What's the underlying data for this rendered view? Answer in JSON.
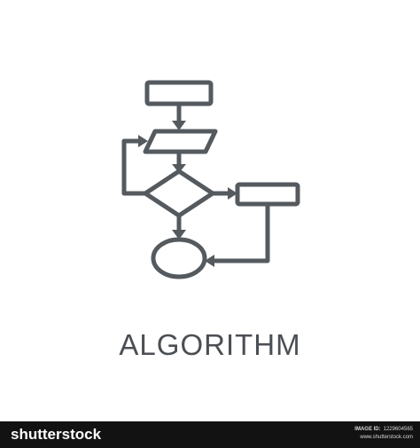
{
  "title": "ALGORITHM",
  "colors": {
    "icon_stroke": "#555a5f",
    "title_text": "#4b4f54",
    "footer_bg": "#121212",
    "footer_text": "#ffffff"
  },
  "icon": {
    "name": "flowchart-icon"
  },
  "footer": {
    "brand": "shutterstock",
    "image_id_label": "IMAGE ID:",
    "image_id_value": "1229604565",
    "site": "www.shutterstock.com"
  }
}
